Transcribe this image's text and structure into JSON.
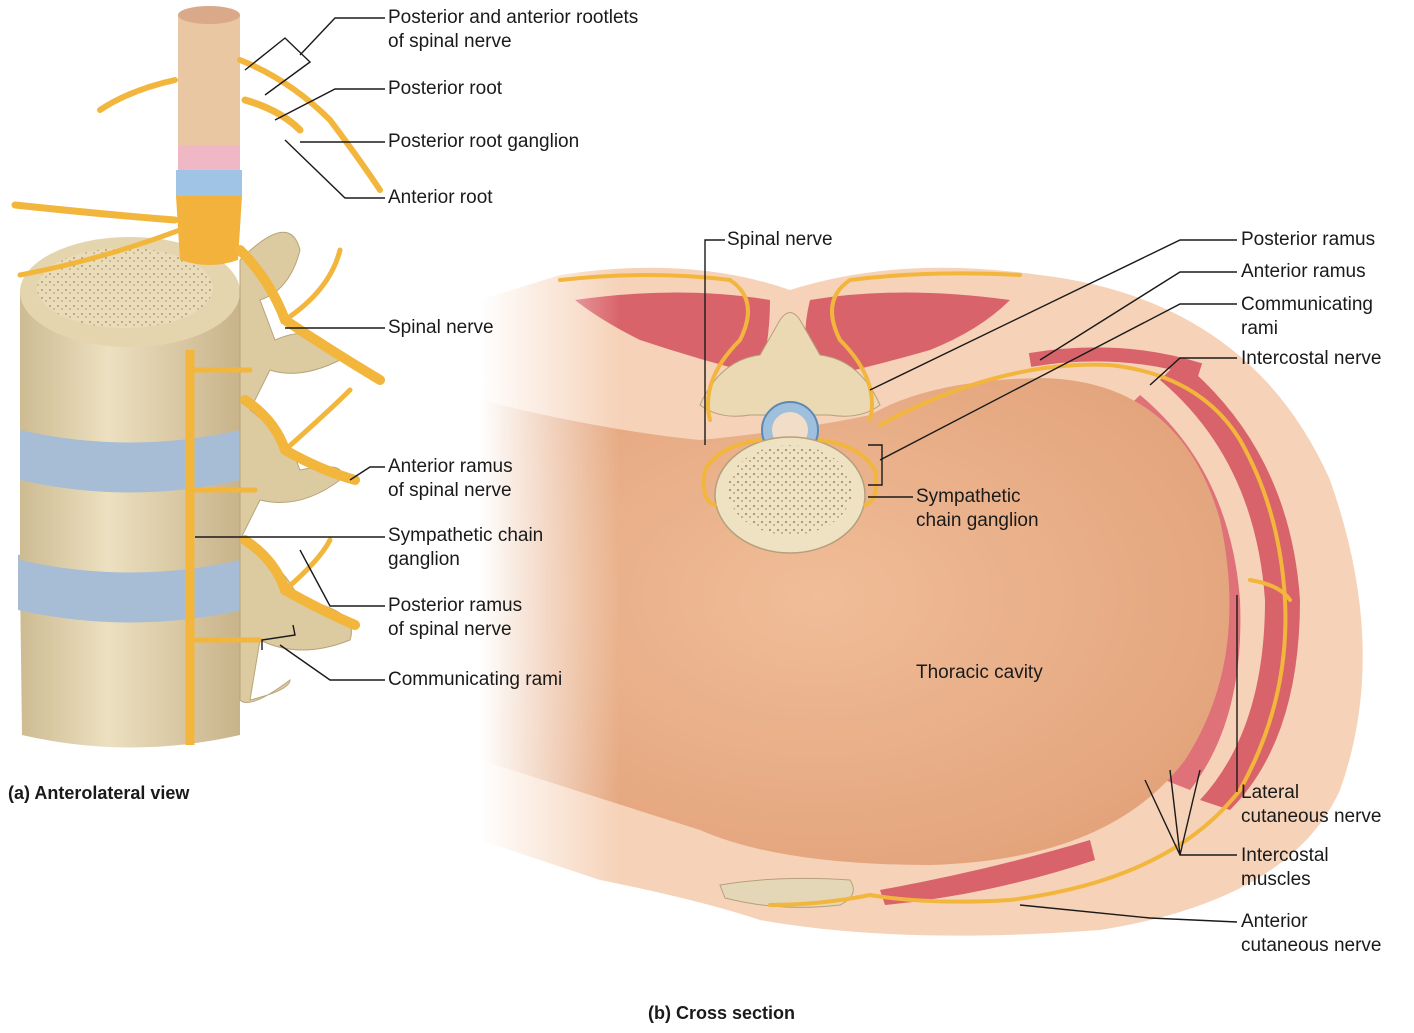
{
  "panel_a": {
    "caption": "(a) Anterolateral view",
    "labels": {
      "rootlets": "Posterior and anterior rootlets\nof spinal nerve",
      "posterior_root": "Posterior root",
      "posterior_root_ganglion": "Posterior root ganglion",
      "anterior_root": "Anterior root",
      "spinal_nerve": "Spinal nerve",
      "anterior_ramus": "Anterior ramus\nof spinal nerve",
      "sympathetic_chain_ganglion": "Sympathetic chain\nganglion",
      "posterior_ramus": "Posterior ramus\nof spinal nerve",
      "communicating_rami": "Communicating rami"
    }
  },
  "panel_b": {
    "caption": "(b) Cross section",
    "labels": {
      "spinal_nerve": "Spinal nerve",
      "posterior_ramus": "Posterior ramus",
      "anterior_ramus": "Anterior ramus",
      "communicating_rami": "Communicating\nrami",
      "intercostal_nerve": "Intercostal nerve",
      "sympathetic_chain_ganglion": "Sympathetic\nchain ganglion",
      "thoracic_cavity": "Thoracic cavity",
      "lateral_cutaneous_nerve": "Lateral\ncutaneous nerve",
      "intercostal_muscles": "Intercostal\nmuscles",
      "anterior_cutaneous_nerve": "Anterior\ncutaneous nerve"
    }
  },
  "colors": {
    "nerve": "#f2b63c",
    "bone": "#e6d6b0",
    "disc": "#9fb8d4",
    "muscle": "#d9636a",
    "skin": "#f6d2b8",
    "cavity": "#e9b08a"
  }
}
